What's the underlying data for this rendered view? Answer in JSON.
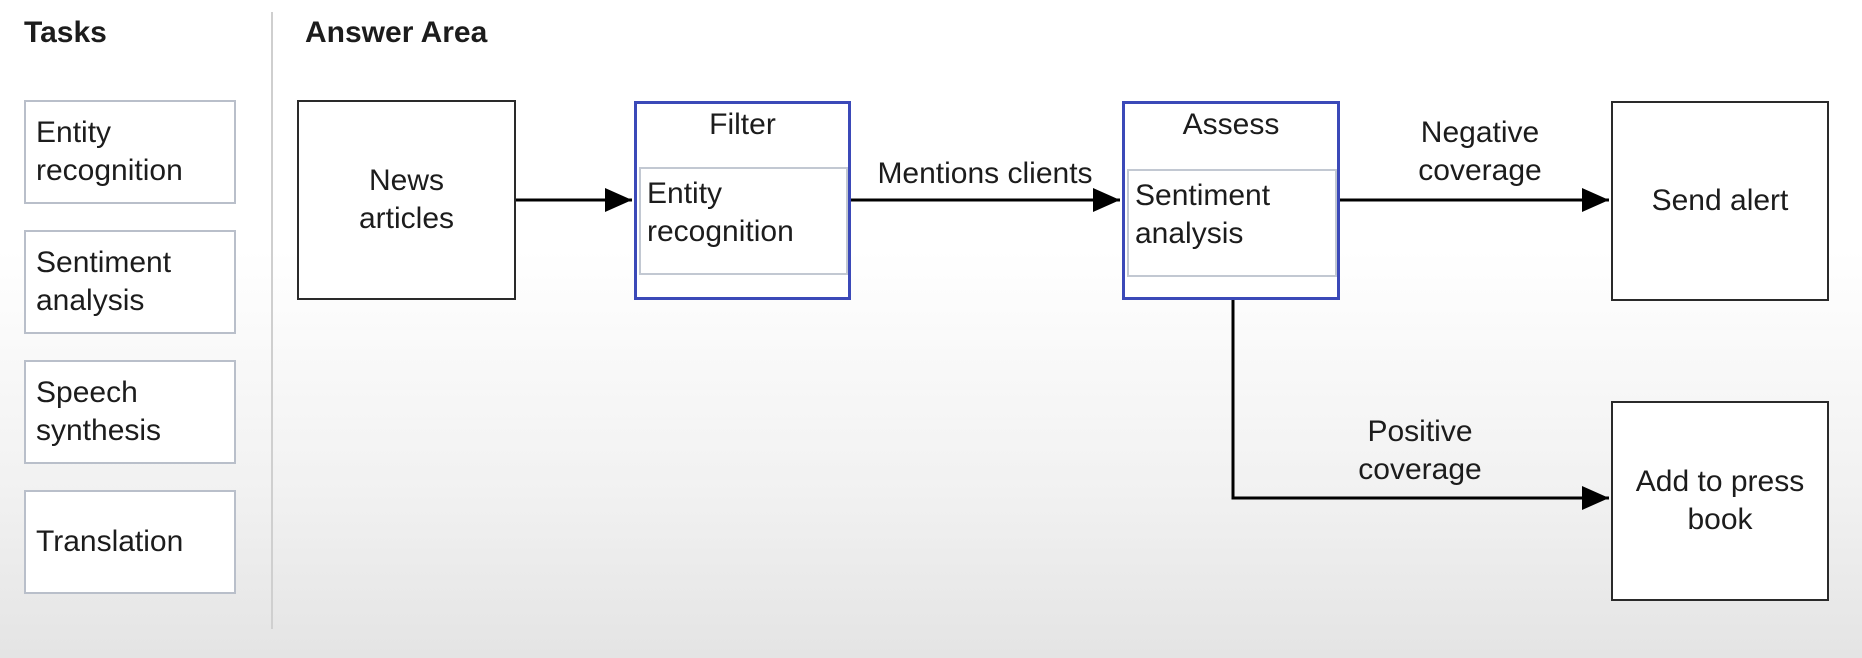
{
  "tasks_panel": {
    "heading": "Tasks",
    "items": [
      {
        "line1": "Entity",
        "line2": "recognition"
      },
      {
        "line1": "Sentiment",
        "line2": "analysis"
      },
      {
        "line1": "Speech",
        "line2": "synthesis"
      },
      {
        "line1": "Translation",
        "line2": ""
      }
    ]
  },
  "answer_area": {
    "heading": "Answer Area",
    "source": {
      "line1": "News",
      "line2": "articles"
    },
    "filter_slot": {
      "title": "Filter",
      "answer_line1": "Entity",
      "answer_line2": "recognition"
    },
    "mentions_label": "Mentions clients",
    "assess_slot": {
      "title": "Assess",
      "answer_line1": "Sentiment",
      "answer_line2": "analysis"
    },
    "negative_label": {
      "line1": "Negative",
      "line2": "coverage"
    },
    "send_alert": {
      "line1": "Send alert"
    },
    "positive_label": {
      "line1": "Positive",
      "line2": "coverage"
    },
    "press_book": {
      "line1": "Add to press",
      "line2": "book"
    }
  },
  "colors": {
    "slot_border": "#3b49b8",
    "task_border": "#b9bfca",
    "box_border": "#2a2a2a"
  }
}
